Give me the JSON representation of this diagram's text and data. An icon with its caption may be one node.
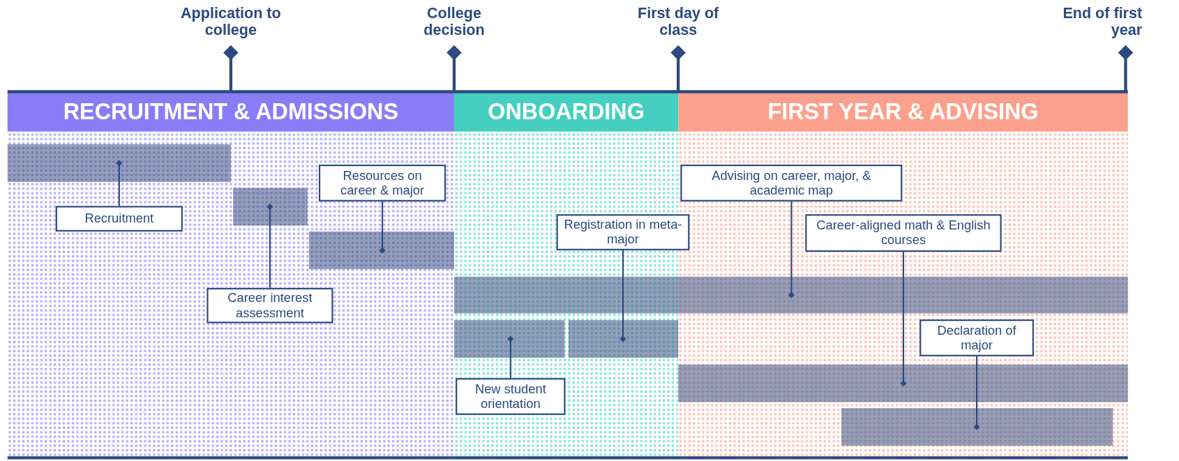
{
  "diagram": {
    "nodes": [
      {
        "text": [
          "RECRUITMENT & ADMISSIONS"
        ]
      },
      {
        "text": [
          "ONBOARDING"
        ]
      },
      {
        "text": [
          "FIRST YEAR & ADVISING"
        ]
      },
      {
        "text": [],
        "shape": "bar",
        "in": 0
      },
      {
        "text": [
          "Recruitment"
        ],
        "in": 0
      },
      {
        "text": [],
        "shape": "bar",
        "in": 0
      },
      {
        "text": [
          "Career interest assessment"
        ],
        "in": 0
      },
      {
        "text": [
          "Resources on career & major"
        ],
        "in": 0
      },
      {
        "text": [],
        "shape": "bar",
        "in": 0
      },
      {
        "text": [
          "Advising on career, major, & academic map"
        ],
        "in": 2
      },
      {
        "text": [
          "Registration in meta-major"
        ]
      },
      {
        "text": [
          "Career-aligned math & English courses"
        ],
        "in": 2
      },
      {
        "text": [],
        "shape": "bar"
      },
      {
        "text": [],
        "shape": "bar",
        "in": 1
      },
      {
        "text": [],
        "shape": "bar",
        "in": 1
      },
      {
        "text": [
          "Declaration of major"
        ],
        "in": 2
      },
      {
        "text": [],
        "shape": "bar",
        "in": 2
      },
      {
        "text": [
          "New student orientation"
        ],
        "in": 1
      },
      {
        "text": [],
        "shape": "bar",
        "in": 2
      }
    ],
    "edges": [
      {
        "from": 4,
        "to": 3,
        "arrow": "other"
      },
      {
        "from": 6,
        "to": 5,
        "arrow": "other"
      },
      {
        "from": 7,
        "to": 8,
        "arrow": "other"
      },
      {
        "from": 9,
        "to": 12,
        "arrow": "other"
      },
      {
        "from": 10,
        "to": 14,
        "arrow": "other"
      },
      {
        "from": 11,
        "to": 16,
        "arrow": "other"
      },
      {
        "from": 15,
        "to": 18,
        "arrow": "other"
      },
      {
        "from": 17,
        "to": 13,
        "arrow": "other"
      }
    ],
    "labels": [
      "Application to college",
      "College decision",
      "First day of class",
      "End of first year"
    ]
  }
}
